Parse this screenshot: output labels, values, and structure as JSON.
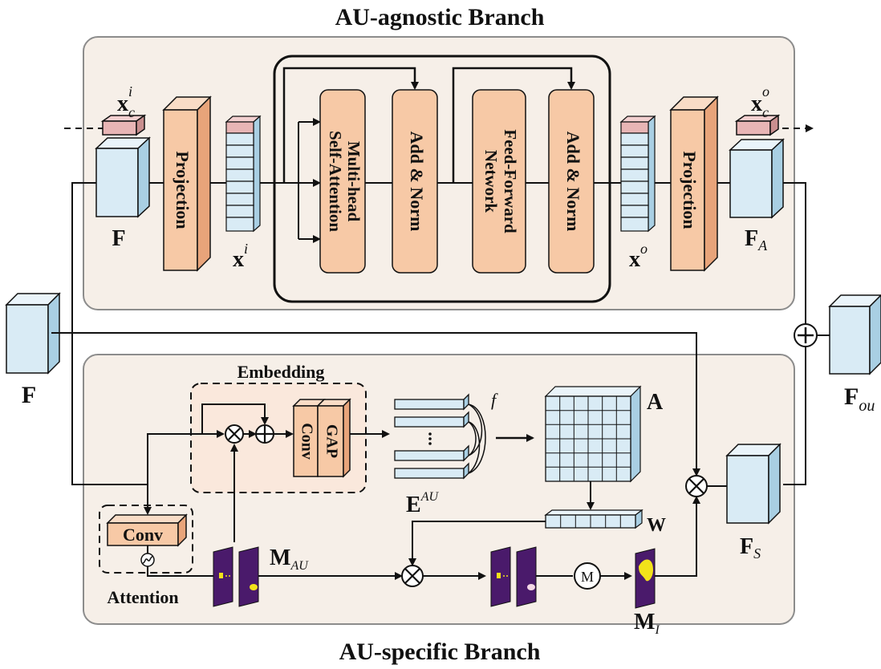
{
  "titles": {
    "agnostic": "AU-agnostic Branch",
    "specific": "AU-specific Branch"
  },
  "transformer": {
    "mhsa_line1": "Multi-head",
    "mhsa_line2": "Self-Attention",
    "addnorm1": "Add & Norm",
    "ffn_line1": "Feed-Forward",
    "ffn_line2": "Network",
    "addnorm2": "Add & Norm"
  },
  "agnostic": {
    "projection_left": "Projection",
    "projection_right": "Projection",
    "xc_in": {
      "base": "x",
      "sub": "c",
      "sup": "i"
    },
    "xc_out": {
      "base": "x",
      "sub": "c",
      "sup": "o"
    },
    "x_in": {
      "base": "x",
      "sup": "i"
    },
    "x_out": {
      "base": "x",
      "sup": "o"
    },
    "F_in": "F",
    "F_A": {
      "base": "F",
      "sub": "A"
    }
  },
  "left": {
    "F": "F"
  },
  "right": {
    "F_out": {
      "base": "F",
      "sub": "ou"
    }
  },
  "specific": {
    "embedding": "Embedding",
    "gap": "GAP",
    "conv_embed": "Conv",
    "conv_attn": "Conv",
    "attention": "Attention",
    "E_AU": {
      "base": "E",
      "sup": "AU"
    },
    "f": "f",
    "A": "A",
    "W": "W",
    "M_AU": {
      "base": "M",
      "sub": "AU"
    },
    "M_I": {
      "base": "M",
      "sub": "I"
    },
    "mean_op": "M",
    "F_S": {
      "base": "F",
      "sub": "S"
    }
  },
  "colors": {
    "branch_bg": "#f6efe8",
    "branch_border": "#8c8c8c",
    "orange_block": "#f7c9a6",
    "orange_side": "#e8a47a",
    "blue_front": "#d9ebf5",
    "blue_side": "#a9cfe3",
    "token_pink": "#e8b5b5",
    "map_purple": "#4a1a6b",
    "map_yellow": "#f2e21a"
  }
}
